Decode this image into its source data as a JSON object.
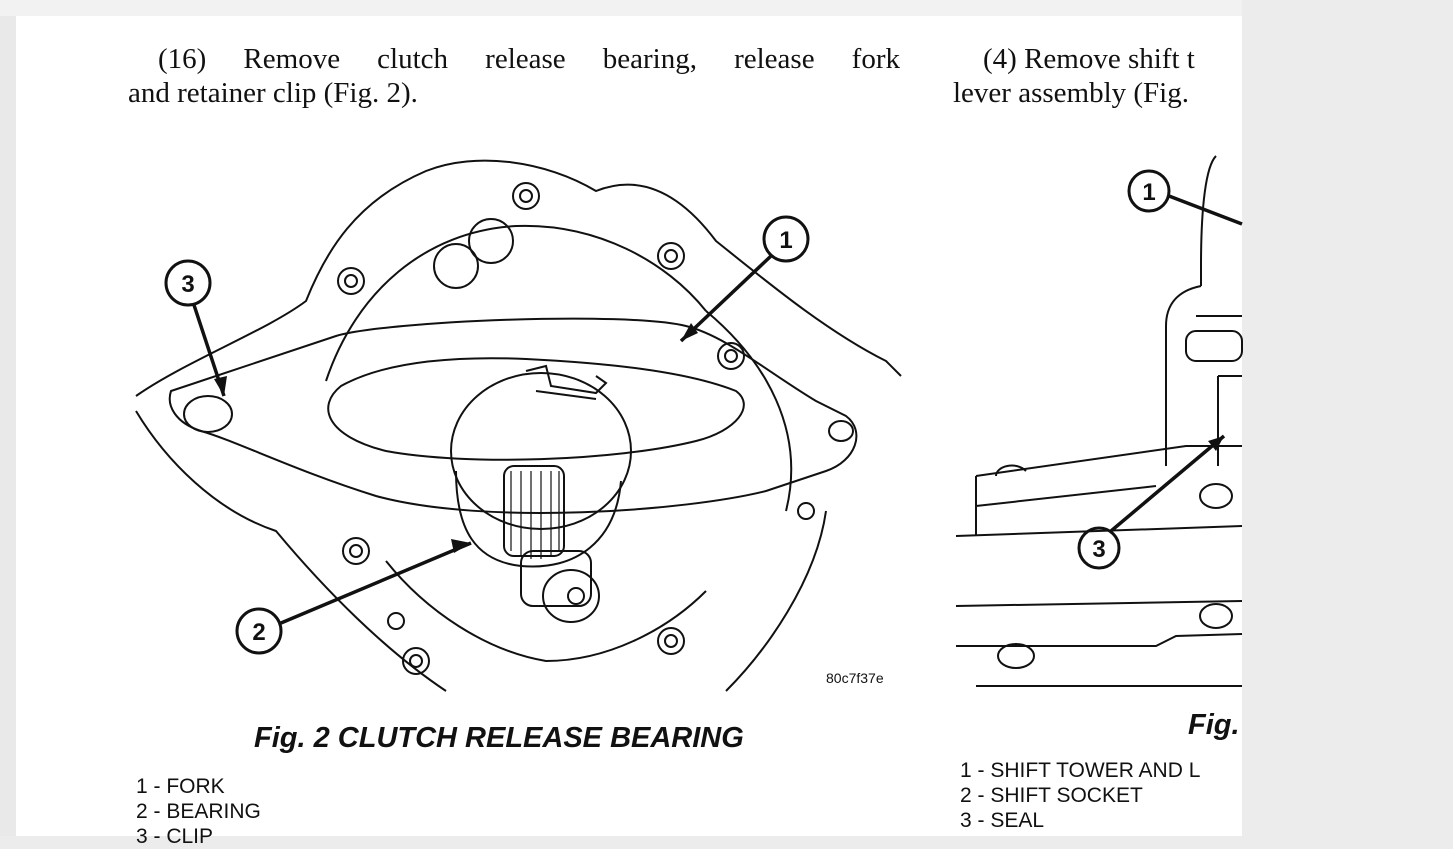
{
  "left": {
    "paragraph_line1": "(16) Remove clutch release bearing, release fork",
    "paragraph_line2": "and retainer clip (Fig. 2).",
    "figure": {
      "callouts": [
        "1",
        "2",
        "3"
      ],
      "code": "80c7f37e",
      "caption": "Fig. 2 CLUTCH RELEASE BEARING",
      "legend": [
        "1 - FORK",
        "2 - BEARING",
        "3 - CLIP"
      ]
    }
  },
  "right": {
    "paragraph_line1": "(4) Remove shift t",
    "paragraph_line2": "lever assembly (Fig.",
    "figure": {
      "callouts": [
        "1",
        "3"
      ],
      "caption": "Fig.",
      "legend": [
        "1 - SHIFT TOWER AND L",
        "2 - SHIFT SOCKET",
        "3 - SEAL"
      ]
    }
  }
}
